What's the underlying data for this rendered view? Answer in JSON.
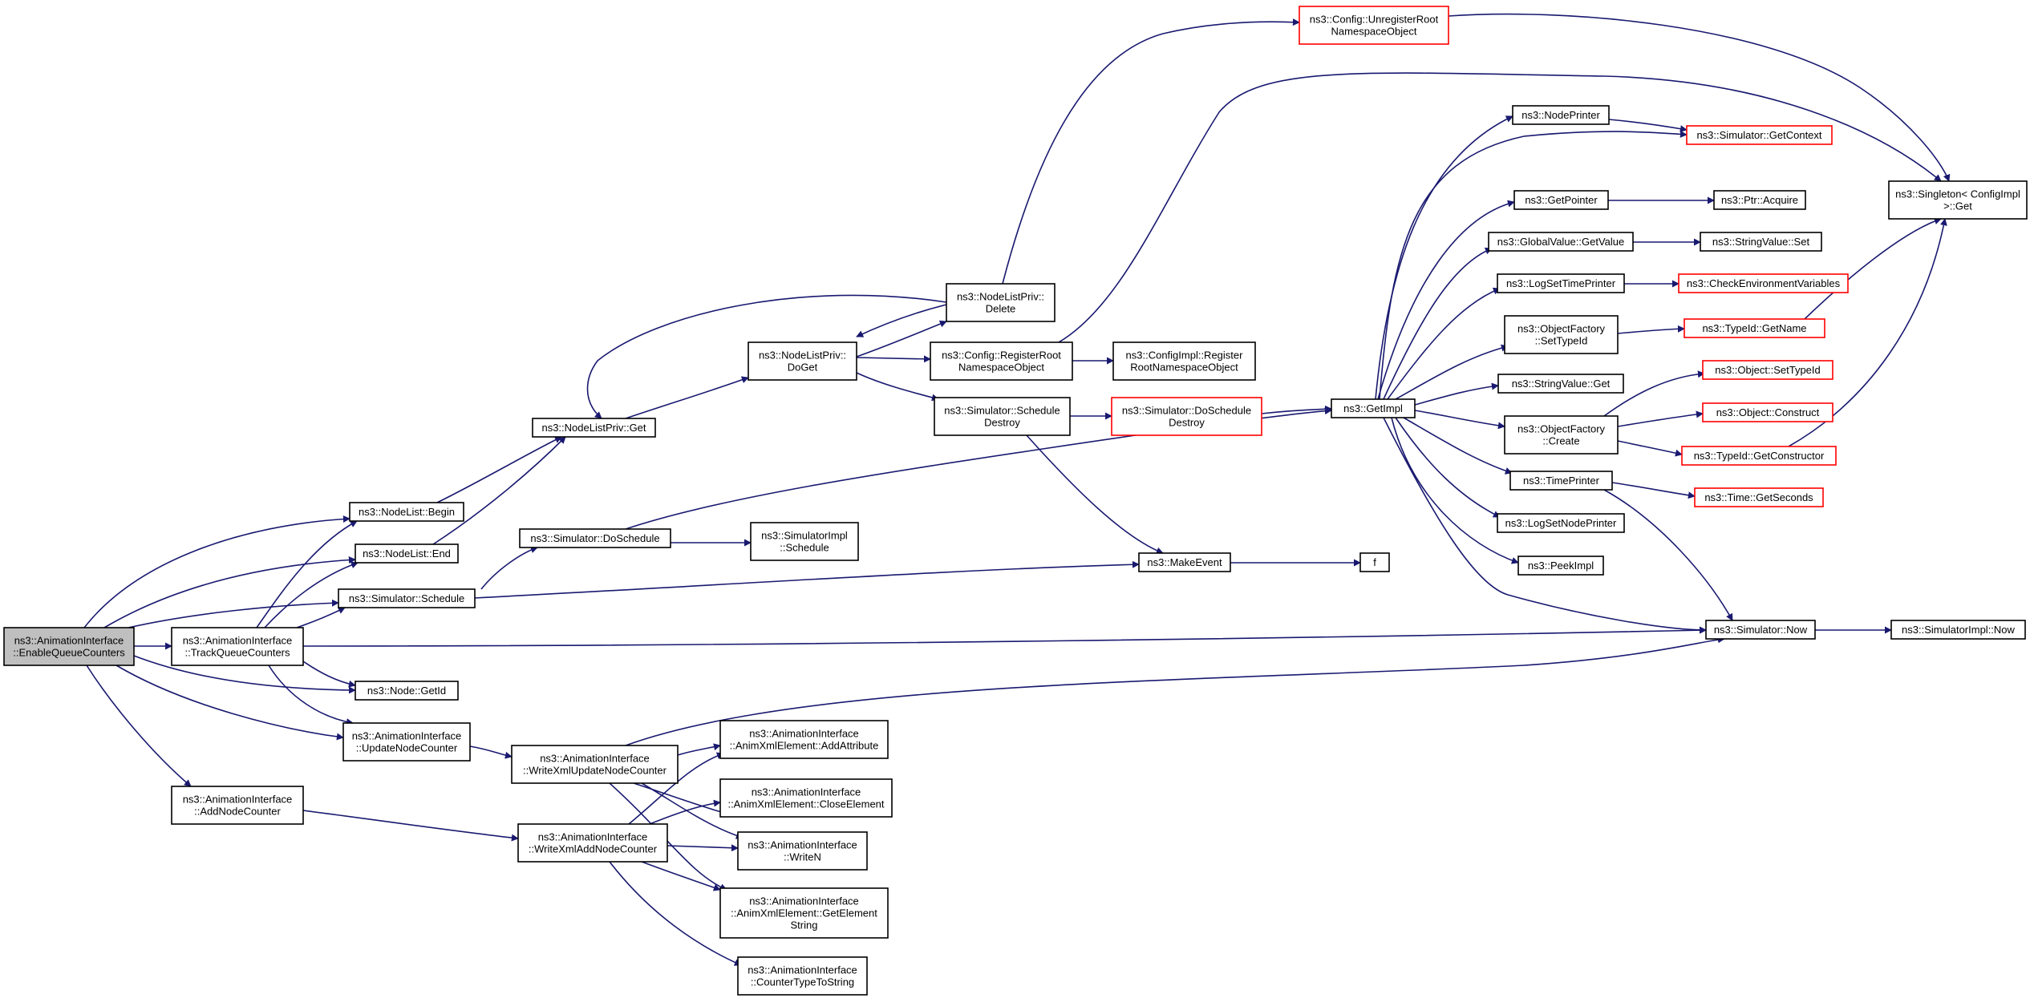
{
  "colors": {
    "edge": "#191970",
    "node_border": "#000000",
    "truncated_border": "#ff0000",
    "root_fill": "#bfbfbf"
  },
  "nodes": {
    "n1": {
      "lines": [
        "ns3::AnimationInterface",
        "::EnableQueueCounters"
      ],
      "root": true
    },
    "n2": {
      "lines": [
        "ns3::AnimationInterface",
        "::AddNodeCounter"
      ]
    },
    "n3": {
      "lines": [
        "ns3::AnimationInterface",
        "::WriteXmlAddNodeCounter"
      ]
    },
    "n4": {
      "lines": [
        "ns3::AnimationInterface",
        "::AnimXmlElement::AddAttribute"
      ]
    },
    "n5": {
      "lines": [
        "ns3::AnimationInterface",
        "::AnimXmlElement::CloseElement"
      ]
    },
    "n6": {
      "lines": [
        "ns3::AnimationInterface",
        "::WriteN"
      ]
    },
    "n7": {
      "lines": [
        "ns3::AnimationInterface",
        "::AnimXmlElement::GetElement",
        "String"
      ]
    },
    "n8": {
      "lines": [
        "ns3::AnimationInterface",
        "::CounterTypeToString"
      ]
    },
    "n9": {
      "lines": [
        "ns3::AnimationInterface",
        "::TrackQueueCounters"
      ]
    },
    "n10": {
      "lines": [
        "ns3::NodeList::Begin"
      ]
    },
    "n11": {
      "lines": [
        "ns3::NodeListPriv::Get"
      ]
    },
    "n12": {
      "lines": [
        "ns3::NodeListPriv::",
        "DoGet"
      ]
    },
    "n13": {
      "lines": [
        "ns3::NodeListPriv::",
        "Delete"
      ]
    },
    "n14": {
      "lines": [
        "ns3::Config::UnregisterRoot",
        "NamespaceObject"
      ],
      "truncated": true
    },
    "n15": {
      "lines": [
        "ns3::Config::RegisterRoot",
        "NamespaceObject"
      ]
    },
    "n16": {
      "lines": [
        "ns3::ConfigImpl::Register",
        "RootNamespaceObject"
      ]
    },
    "n17": {
      "lines": [
        "ns3::Singleton< ConfigImpl",
        " >::Get"
      ]
    },
    "n18": {
      "lines": [
        "ns3::Simulator::Schedule",
        "Destroy"
      ]
    },
    "n19": {
      "lines": [
        "ns3::Simulator::DoSchedule",
        "Destroy"
      ],
      "truncated": true
    },
    "n20": {
      "lines": [
        "ns3::GetImpl"
      ]
    },
    "n21": {
      "lines": [
        "ns3::NodePrinter"
      ]
    },
    "n22": {
      "lines": [
        "ns3::Simulator::GetContext"
      ],
      "truncated": true
    },
    "n23": {
      "lines": [
        "ns3::GetPointer"
      ]
    },
    "n24": {
      "lines": [
        "ns3::Ptr::Acquire"
      ]
    },
    "n25": {
      "lines": [
        "ns3::GlobalValue::GetValue"
      ]
    },
    "n26": {
      "lines": [
        "ns3::StringValue::Set"
      ]
    },
    "n27": {
      "lines": [
        "ns3::LogSetTimePrinter"
      ]
    },
    "n28": {
      "lines": [
        "ns3::CheckEnvironmentVariables"
      ],
      "truncated": true
    },
    "n29": {
      "lines": [
        "ns3::ObjectFactory",
        "::SetTypeId"
      ]
    },
    "n30": {
      "lines": [
        "ns3::TypeId::GetName"
      ],
      "truncated": true
    },
    "n31": {
      "lines": [
        "ns3::StringValue::Get"
      ]
    },
    "n32": {
      "lines": [
        "ns3::ObjectFactory",
        "::Create"
      ]
    },
    "n33": {
      "lines": [
        "ns3::Object::SetTypeId"
      ],
      "truncated": true
    },
    "n34": {
      "lines": [
        "ns3::Object::Construct"
      ],
      "truncated": true
    },
    "n35": {
      "lines": [
        "ns3::TypeId::GetConstructor"
      ],
      "truncated": true
    },
    "n36": {
      "lines": [
        "ns3::TimePrinter"
      ]
    },
    "n37": {
      "lines": [
        "ns3::Time::GetSeconds"
      ],
      "truncated": true
    },
    "n38": {
      "lines": [
        "ns3::Simulator::Now"
      ]
    },
    "n39": {
      "lines": [
        "ns3::SimulatorImpl::Now"
      ]
    },
    "n40": {
      "lines": [
        "ns3::LogSetNodePrinter"
      ]
    },
    "n41": {
      "lines": [
        "ns3::PeekImpl"
      ]
    },
    "n42": {
      "lines": [
        "ns3::MakeEvent"
      ]
    },
    "n43": {
      "lines": [
        "f"
      ]
    },
    "n44": {
      "lines": [
        "ns3::NodeList::End"
      ]
    },
    "n45": {
      "lines": [
        "ns3::Simulator::Schedule"
      ]
    },
    "n46": {
      "lines": [
        "ns3::Simulator::DoSchedule"
      ]
    },
    "n47": {
      "lines": [
        "ns3::SimulatorImpl",
        "::Schedule"
      ]
    },
    "n48": {
      "lines": [
        "ns3::Node::GetId"
      ]
    },
    "n49": {
      "lines": [
        "ns3::AnimationInterface",
        "::UpdateNodeCounter"
      ]
    },
    "n50": {
      "lines": [
        "ns3::AnimationInterface",
        "::WriteXmlUpdateNodeCounter"
      ]
    }
  }
}
